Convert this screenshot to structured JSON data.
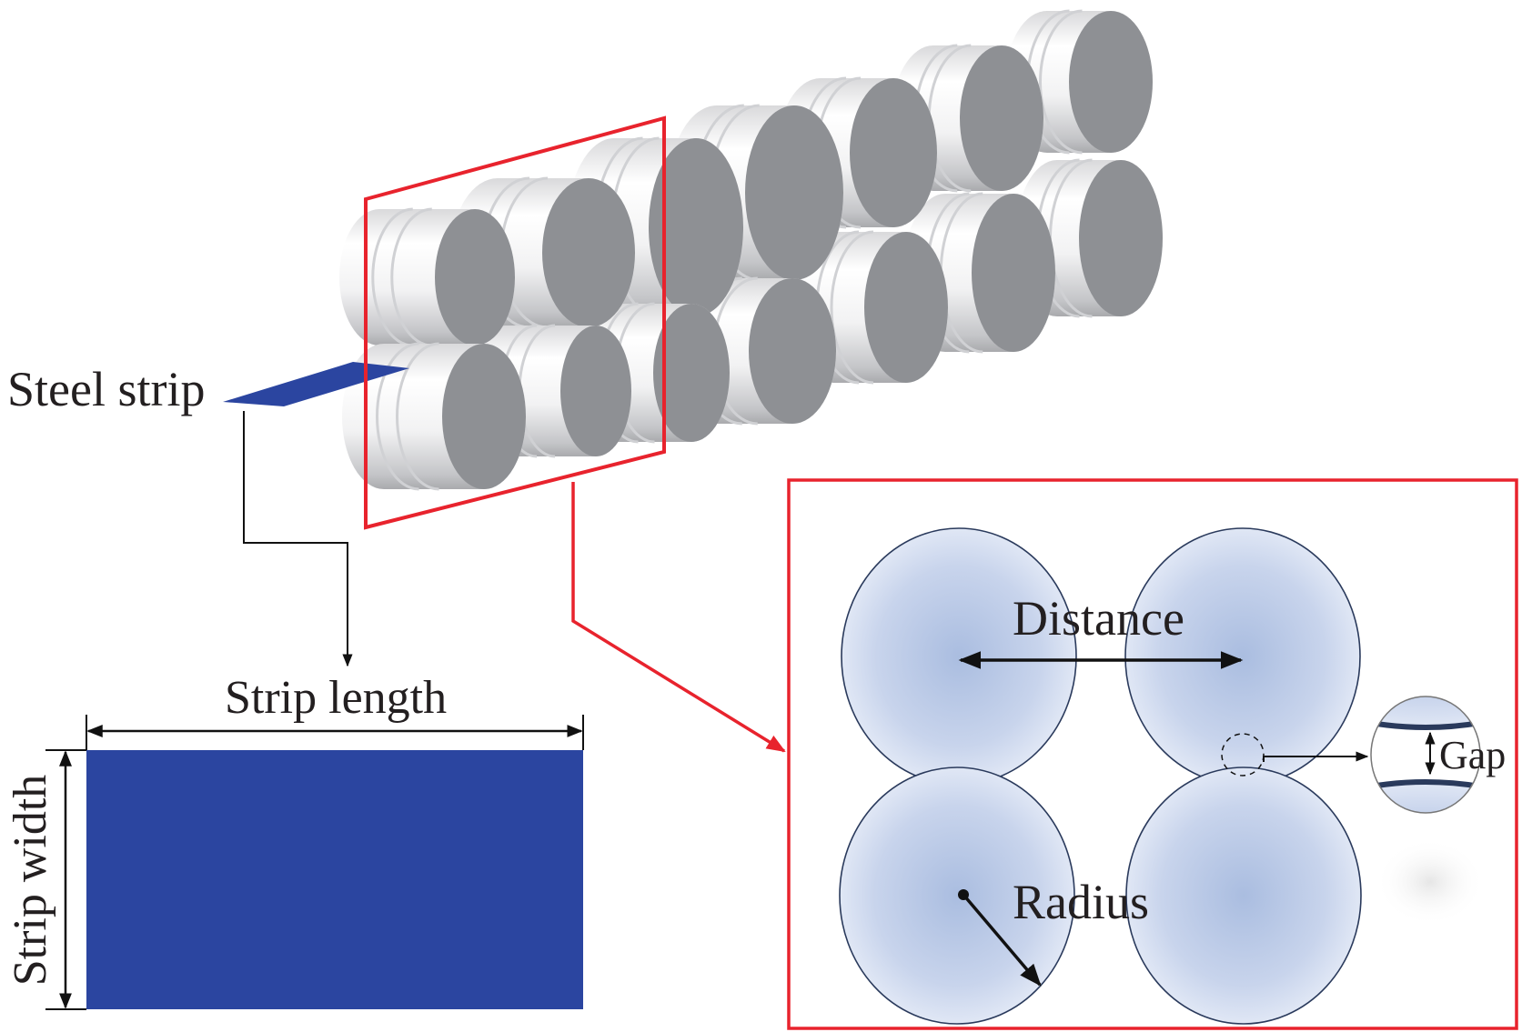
{
  "labels": {
    "steel_strip": "Steel strip",
    "strip_length": "Strip length",
    "strip_width": "Strip width",
    "distance": "Distance",
    "radius": "Radius",
    "gap": "Gap"
  },
  "colors": {
    "highlight_red": "#e8232d",
    "strip_blue": "#2b45a0",
    "roll_face_gray": "#8e9094",
    "roll_section_fill": "#b3c3e2",
    "roll_section_edge": "#2a3a5c",
    "annotation_black": "#111111"
  },
  "roll_array": {
    "rows": 2,
    "columns_visible": 7,
    "highlighted_columns": 2
  },
  "cross_section": {
    "rolls_shown": 4,
    "annotations": [
      "Distance",
      "Radius",
      "Gap"
    ]
  }
}
